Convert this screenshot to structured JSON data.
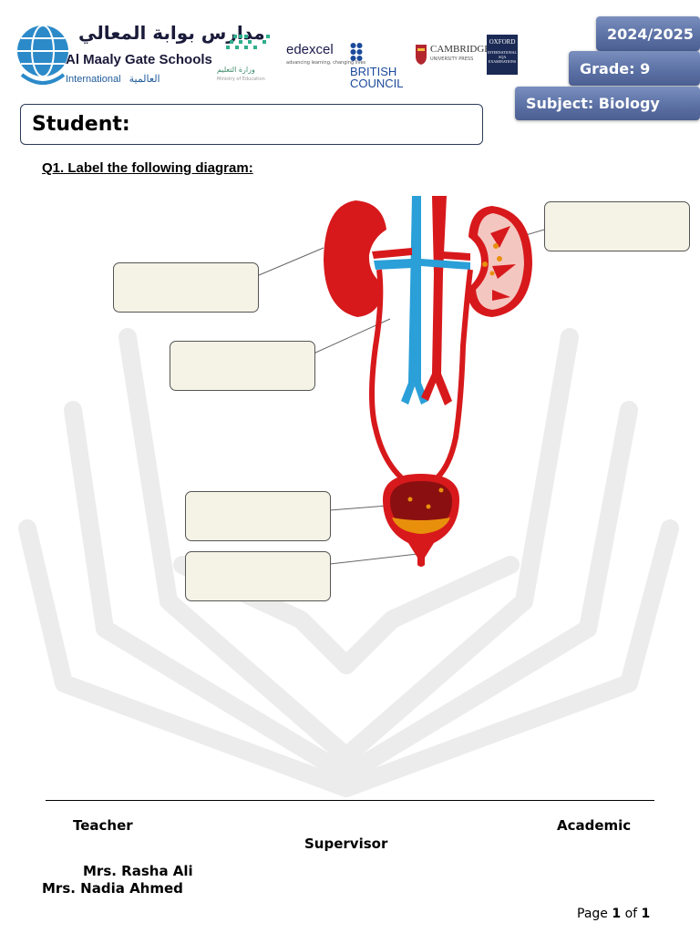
{
  "header": {
    "school_name_ar": "مدارس بوابة المعالي",
    "school_name_en": "Al Maaly Gate Schools",
    "school_international": "International",
    "school_international_ar": "العالمية",
    "partners": {
      "moe_ar": "وزارة التعليم",
      "moe_en": "Ministry of Education",
      "edexcel": "edexcel",
      "edexcel_sub": "advancing learning, changing lives",
      "british_1": "BRITISH",
      "british_2": "COUNCIL",
      "cambridge": "CAMBRIDGE",
      "cambridge_sub": "UNIVERSITY PRESS",
      "oxford": "OXFORD",
      "oxford_sub": "INTERNATIONAL AQA EXAMINATIONS"
    },
    "year": "2024/2025",
    "grade": "Grade: 9",
    "subject": "Subject: Biology",
    "student_label": "Student:"
  },
  "question": {
    "text": "Q1. Label the following diagram:"
  },
  "footer": {
    "teacher_label": "Teacher",
    "academic_label": "Academic",
    "supervisor_label": "Supervisor",
    "teacher_name": "Mrs. Rasha Ali",
    "supervisor_name": "Mrs. Nadia Ahmed",
    "page_prefix": "Page",
    "page_current": "1",
    "page_of": "of",
    "page_total": "1"
  },
  "colors": {
    "badge": "#5a6fa3",
    "kidney": "#d7191c",
    "vein": "#2a9fd8",
    "label_fill": "#f5f3e6",
    "urine": "#e8900c"
  }
}
